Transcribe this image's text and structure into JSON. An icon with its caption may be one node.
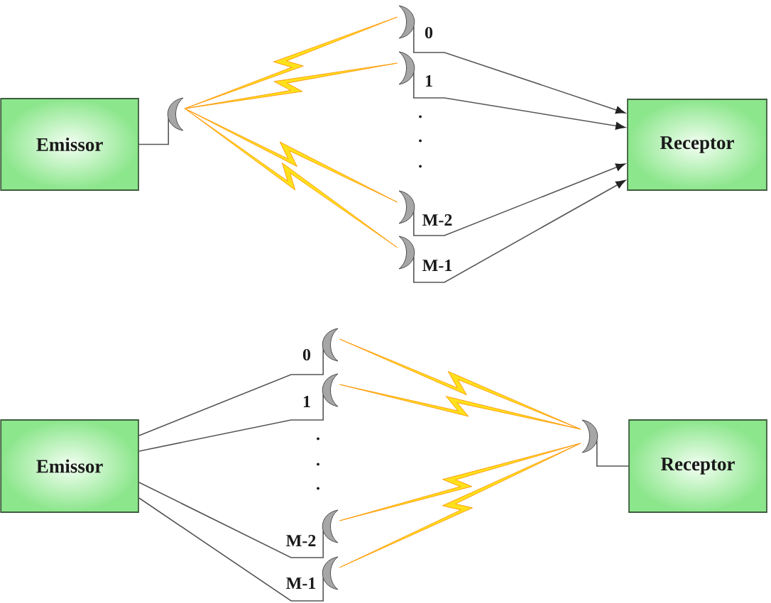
{
  "diagram": {
    "nodes": [
      {
        "text": [
          "Emissor"
        ]
      },
      {
        "text": [],
        "shape": "antenna"
      },
      {
        "text": [],
        "shape": "antenna",
        "beside": [
          "0"
        ]
      },
      {
        "text": [],
        "shape": "antenna",
        "beside": [
          "1"
        ]
      },
      {
        "text": [],
        "shape": "antenna",
        "beside": [
          "M-2"
        ]
      },
      {
        "text": [],
        "shape": "antenna",
        "beside": [
          "M-1"
        ]
      },
      {
        "text": [
          "Receptor"
        ]
      },
      {
        "text": [
          "Emissor"
        ]
      },
      {
        "text": [],
        "shape": "antenna",
        "beside": [
          "0"
        ]
      },
      {
        "text": [],
        "shape": "antenna",
        "beside": [
          "1"
        ]
      },
      {
        "text": [],
        "shape": "antenna",
        "beside": [
          "M-2"
        ]
      },
      {
        "text": [],
        "shape": "antenna",
        "beside": [
          "M-1"
        ]
      },
      {
        "text": [],
        "shape": "antenna"
      },
      {
        "text": [
          "Receptor"
        ]
      }
    ],
    "edges": [
      {
        "from": 0,
        "to": 1,
        "arrow": "none"
      },
      {
        "from": 1,
        "to": 2,
        "arrow": "none",
        "color": "#ffe11a"
      },
      {
        "from": 1,
        "to": 3,
        "arrow": "none",
        "color": "#ffe11a"
      },
      {
        "from": 1,
        "to": 4,
        "arrow": "none",
        "color": "#ffe11a"
      },
      {
        "from": 1,
        "to": 5,
        "arrow": "none",
        "color": "#ffe11a"
      },
      {
        "from": 2,
        "to": 6,
        "arrow": "to"
      },
      {
        "from": 3,
        "to": 6,
        "arrow": "to"
      },
      {
        "from": 4,
        "to": 6,
        "arrow": "to"
      },
      {
        "from": 5,
        "to": 6,
        "arrow": "to"
      },
      {
        "from": 7,
        "to": 8,
        "arrow": "none"
      },
      {
        "from": 7,
        "to": 9,
        "arrow": "none"
      },
      {
        "from": 7,
        "to": 10,
        "arrow": "none"
      },
      {
        "from": 7,
        "to": 11,
        "arrow": "none"
      },
      {
        "from": 8,
        "to": 12,
        "arrow": "none",
        "color": "#ffe11a"
      },
      {
        "from": 9,
        "to": 12,
        "arrow": "none",
        "color": "#ffe11a"
      },
      {
        "from": 10,
        "to": 12,
        "arrow": "none",
        "color": "#ffe11a"
      },
      {
        "from": 11,
        "to": 12,
        "arrow": "none",
        "color": "#ffe11a"
      },
      {
        "from": 12,
        "to": 13,
        "arrow": "none"
      }
    ],
    "labels": [
      ".",
      ".",
      ".",
      ".",
      ".",
      "."
    ]
  }
}
